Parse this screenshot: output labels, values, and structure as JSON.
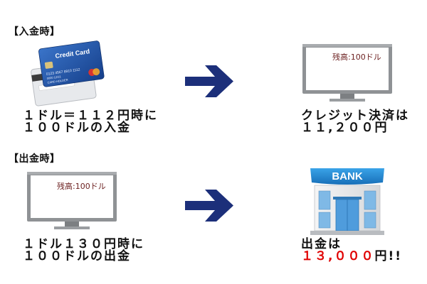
{
  "deposit": {
    "title": "【入金時】",
    "card_label": "Credit Card",
    "card_number": "0123 4567 8910 1112",
    "card_small": "0000  12/21",
    "card_name": "CARD HOLDER",
    "caption_line1": "１ドル＝１１２円時に",
    "caption_line2": "１００ドルの入金",
    "result_line1": "クレジット決済は",
    "result_line2": "１１,２００円",
    "monitor_balance": "残高:100ドル"
  },
  "withdrawal": {
    "title": "【出金時】",
    "monitor_balance": "残高:100ドル",
    "caption_line1": "１ドル１３０円時に",
    "caption_line2": "１００ドルの出金",
    "result_line1": "出金は",
    "result_amount": "１３,０００",
    "result_suffix": "円!!",
    "bank_sign": "BANK"
  },
  "colors": {
    "arrow": "#1c2f7a",
    "highlight": "#e00000",
    "card_blue": "#2152a6",
    "bank_blue": "#1f7fc9"
  }
}
